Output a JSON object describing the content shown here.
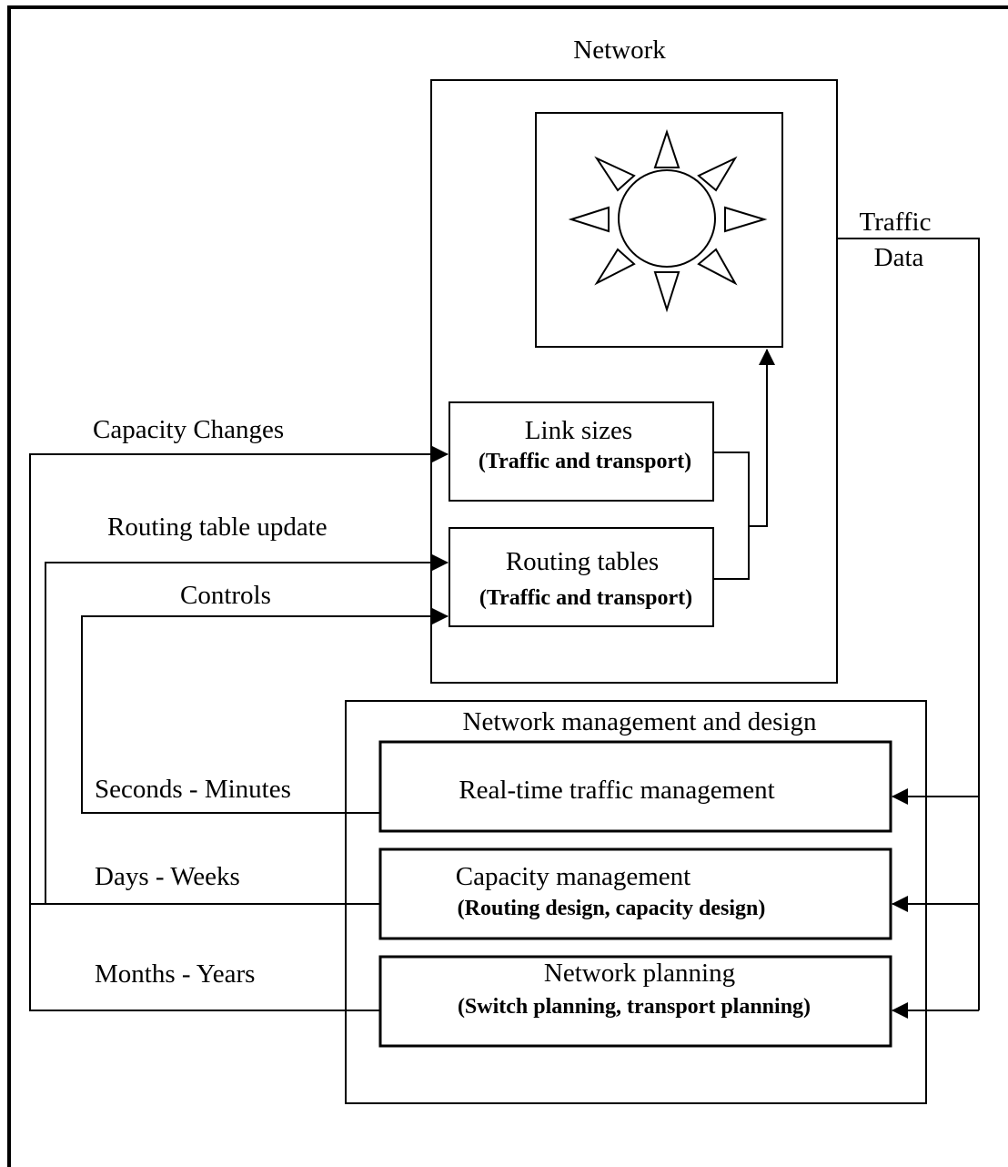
{
  "network": {
    "title": "Network",
    "link_sizes": {
      "title": "Link sizes",
      "subtitle": "(Traffic and transport)"
    },
    "routing_tables": {
      "title": "Routing tables",
      "subtitle": "(Traffic and transport)"
    }
  },
  "signals": {
    "capacity_changes": "Capacity Changes",
    "routing_table_update": "Routing table update",
    "controls": "Controls",
    "traffic_data_line1": "Traffic",
    "traffic_data_line2": "Data"
  },
  "timescales": {
    "seconds_minutes": "Seconds - Minutes",
    "days_weeks": "Days - Weeks",
    "months_years": "Months - Years"
  },
  "management": {
    "title": "Network management and design",
    "realtime": {
      "title": "Real-time traffic management"
    },
    "capacity": {
      "title": "Capacity management",
      "subtitle": "(Routing design, capacity design)"
    },
    "planning": {
      "title": "Network planning",
      "subtitle": "(Switch planning, transport planning)"
    }
  },
  "icons": {
    "network_symbol": "sun-icon"
  }
}
